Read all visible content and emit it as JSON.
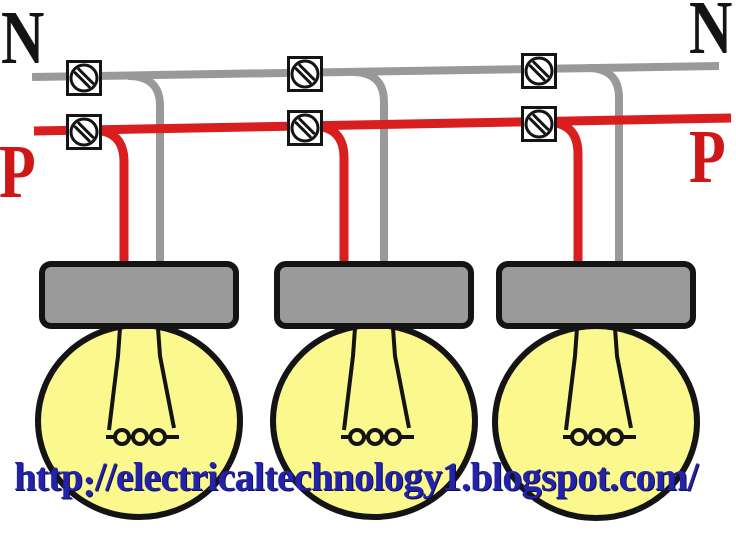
{
  "labels": {
    "neutral_left": "N",
    "neutral_right": "N",
    "phase_left": "P",
    "phase_right": "P"
  },
  "watermark": {
    "protocol": "http",
    "colon": ":",
    "rest": "//electricaltechnology1.blogspot.com/"
  },
  "colors": {
    "background": "#ffffff",
    "neutral_wire": "#999999",
    "phase_wire": "#d81e1e",
    "outline": "#141414",
    "terminal_fill": "#ffffff",
    "lamp_cap": "#9a9a9a",
    "lamp_glass": "#fbf88e",
    "label_n": "#141414",
    "label_p": "#cf1717",
    "watermark_text": "#2323aa"
  },
  "components": {
    "wires": [
      {
        "name": "neutral-line",
        "label": "N",
        "color": "#999999"
      },
      {
        "name": "phase-line",
        "label": "P",
        "color": "#d81e1e"
      }
    ],
    "screw_terminals": [
      "neutral-terminal-1",
      "neutral-terminal-2",
      "neutral-terminal-3",
      "phase-terminal-1",
      "phase-terminal-2",
      "phase-terminal-3"
    ],
    "lamps": [
      "lamp-1",
      "lamp-2",
      "lamp-3"
    ]
  }
}
